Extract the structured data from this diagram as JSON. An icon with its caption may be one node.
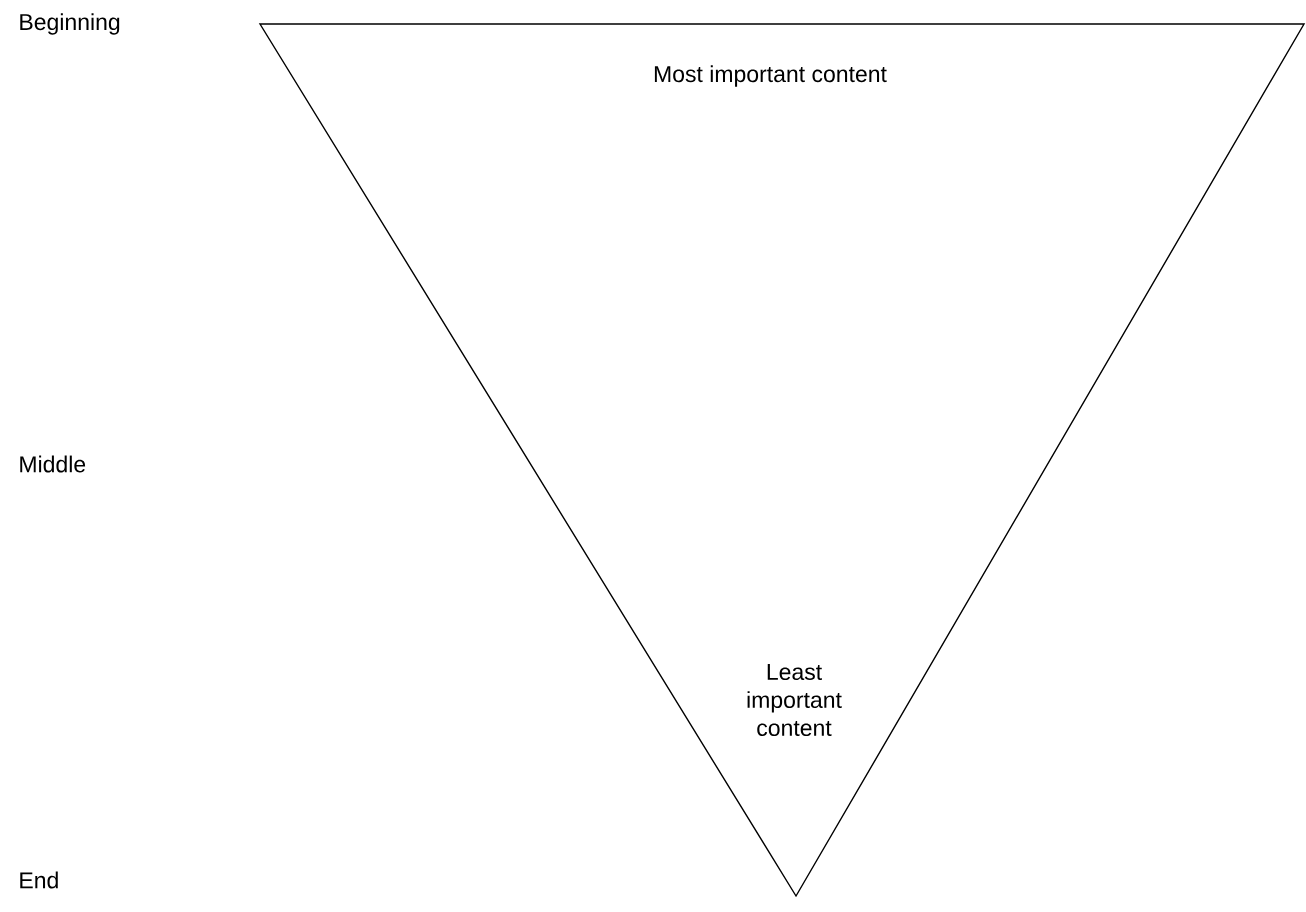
{
  "diagram": {
    "nodes": [
      {
        "text": [
          "Most important content",
          "Least important content"
        ]
      }
    ],
    "labels": [
      "Beginning",
      "Middle",
      "End"
    ]
  }
}
